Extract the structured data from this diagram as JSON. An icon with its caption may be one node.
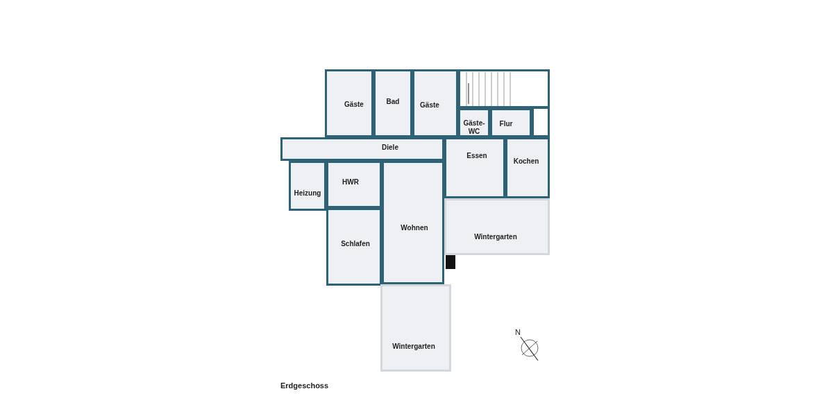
{
  "diagram": {
    "caption": "Erdgeschoss",
    "nodes": [
      {
        "text": [
          "Gäste"
        ]
      },
      {
        "text": [
          "Bad"
        ]
      },
      {
        "text": [
          "Gäste"
        ]
      },
      {
        "text": [
          "Gäste- WC"
        ]
      },
      {
        "text": [
          "Flur"
        ]
      },
      {
        "text": [
          "Diele"
        ]
      },
      {
        "text": [
          "Essen"
        ]
      },
      {
        "text": [
          "Kochen"
        ]
      },
      {
        "text": [
          "Heizung"
        ]
      },
      {
        "text": [
          "HWR"
        ]
      },
      {
        "text": [
          "Wohnen"
        ]
      },
      {
        "text": [
          "Wintergarten"
        ]
      },
      {
        "text": [
          "Schlafen"
        ]
      },
      {
        "text": [
          "Wintergarten"
        ]
      }
    ],
    "labels": [
      "N"
    ]
  }
}
